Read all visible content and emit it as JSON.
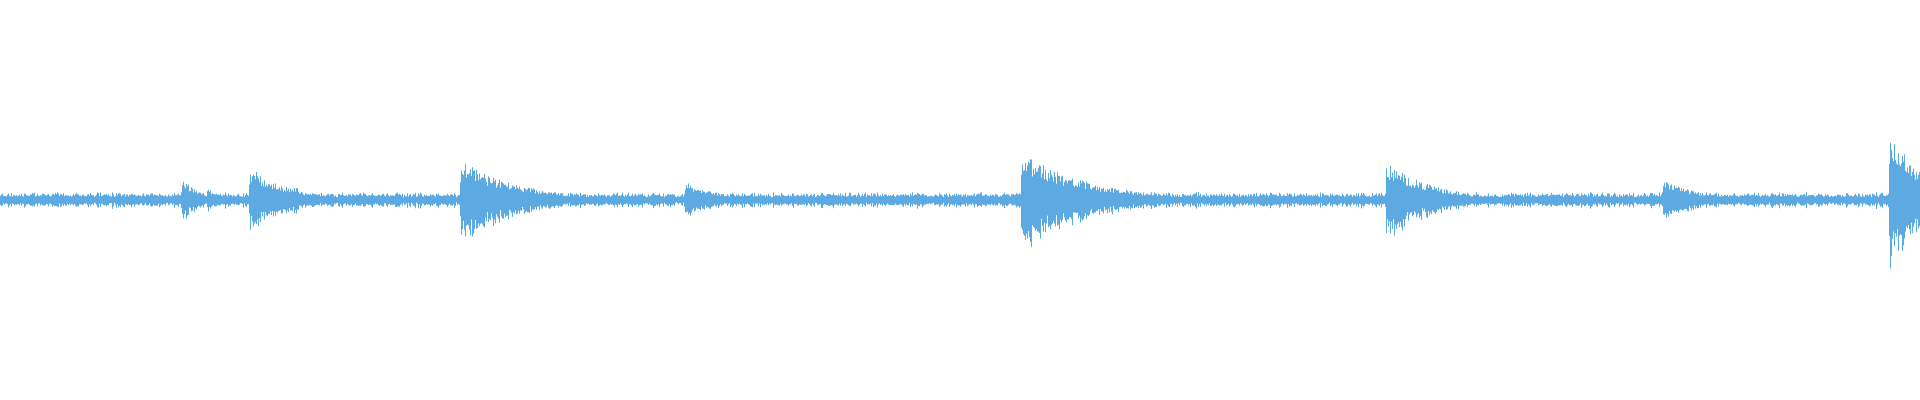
{
  "waveform": {
    "color": "#5DA9E1",
    "background": "#FFFFFF",
    "baseline_amplitude": 0.012,
    "noise_variation": 0.008,
    "transients": [
      {
        "position": 0.095,
        "peak": 0.055,
        "decay": 0.01
      },
      {
        "position": 0.108,
        "peak": 0.04,
        "decay": 0.004
      },
      {
        "position": 0.13,
        "peak": 0.085,
        "decay": 0.02
      },
      {
        "position": 0.153,
        "peak": 0.04,
        "decay": 0.008
      },
      {
        "position": 0.24,
        "peak": 0.1,
        "decay": 0.03
      },
      {
        "position": 0.357,
        "peak": 0.045,
        "decay": 0.02
      },
      {
        "position": 0.532,
        "peak": 0.12,
        "decay": 0.035
      },
      {
        "position": 0.722,
        "peak": 0.095,
        "decay": 0.025
      },
      {
        "position": 0.866,
        "peak": 0.05,
        "decay": 0.02
      },
      {
        "position": 0.984,
        "peak": 0.17,
        "decay": 0.02
      }
    ]
  }
}
